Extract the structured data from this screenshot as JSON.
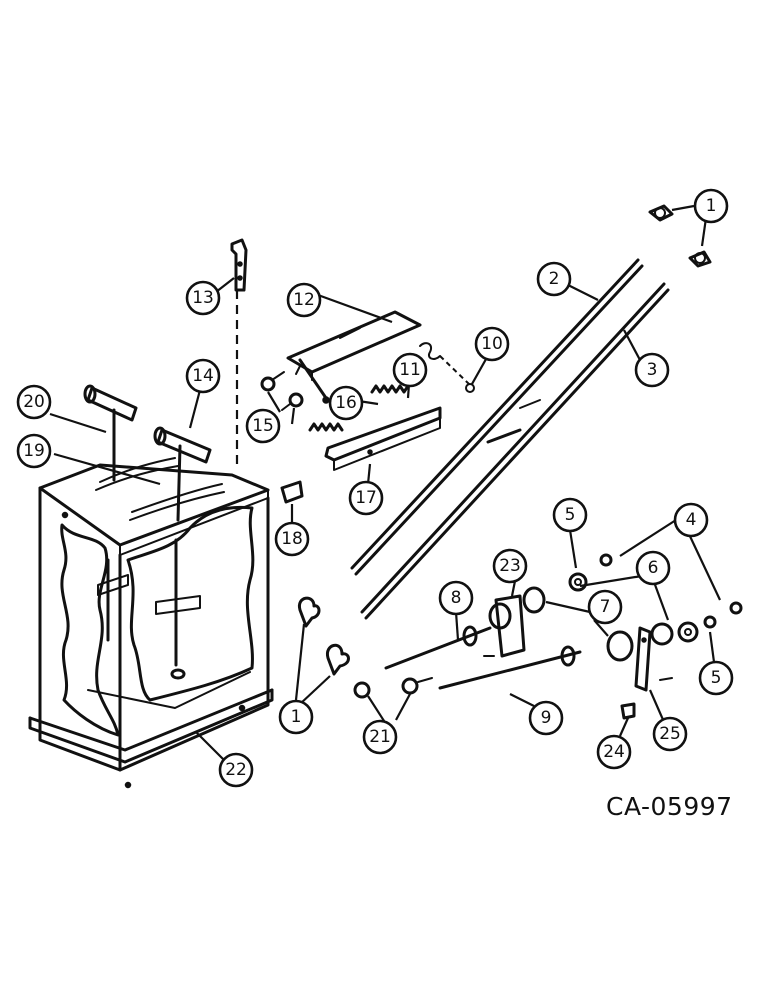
{
  "drawing_code": "CA-05997",
  "callouts": [
    {
      "id": "c1a",
      "label": "1"
    },
    {
      "id": "c1b",
      "label": "1"
    },
    {
      "id": "c2",
      "label": "2"
    },
    {
      "id": "c3",
      "label": "3"
    },
    {
      "id": "c4",
      "label": "4"
    },
    {
      "id": "c5a",
      "label": "5"
    },
    {
      "id": "c5b",
      "label": "5"
    },
    {
      "id": "c6",
      "label": "6"
    },
    {
      "id": "c7",
      "label": "7"
    },
    {
      "id": "c8",
      "label": "8"
    },
    {
      "id": "c9",
      "label": "9"
    },
    {
      "id": "c10",
      "label": "10"
    },
    {
      "id": "c11",
      "label": "11"
    },
    {
      "id": "c12",
      "label": "12"
    },
    {
      "id": "c13",
      "label": "13"
    },
    {
      "id": "c14",
      "label": "14"
    },
    {
      "id": "c15",
      "label": "15"
    },
    {
      "id": "c16",
      "label": "16"
    },
    {
      "id": "c17",
      "label": "17"
    },
    {
      "id": "c18",
      "label": "18"
    },
    {
      "id": "c19",
      "label": "19"
    },
    {
      "id": "c20",
      "label": "20"
    },
    {
      "id": "c21",
      "label": "21"
    },
    {
      "id": "c22",
      "label": "22"
    },
    {
      "id": "c23",
      "label": "23"
    },
    {
      "id": "c24",
      "label": "24"
    },
    {
      "id": "c25",
      "label": "25"
    }
  ]
}
